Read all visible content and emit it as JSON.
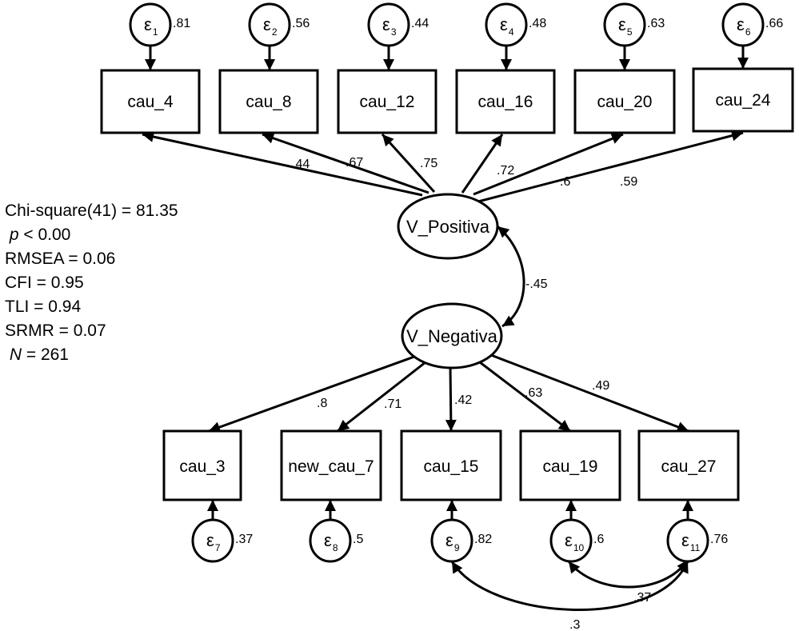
{
  "fit_statistics": {
    "chi_square": {
      "label": "Chi-square(41) = ",
      "value": "81.35"
    },
    "p": {
      "symbol": "p",
      "text": " < 0.00"
    },
    "rmsea": {
      "label": "RMSEA = ",
      "value": "0.06"
    },
    "cfi": {
      "label": "CFI = ",
      "value": "0.95"
    },
    "tli": {
      "label": "TLI = ",
      "value": "0.94"
    },
    "srmr": {
      "label": "SRMR = ",
      "value": "0.07"
    },
    "n": {
      "symbol": "N",
      "text": " = 261"
    }
  },
  "latents": [
    {
      "id": "pos",
      "label": "V_Positiva"
    },
    {
      "id": "neg",
      "label": "V_Negativa"
    }
  ],
  "latent_covariance": {
    "from": "pos",
    "to": "neg",
    "value": "-.45"
  },
  "indicators_top": [
    {
      "label": "cau_4",
      "loading": ".44",
      "error": "1",
      "error_variance": ".81"
    },
    {
      "label": "cau_8",
      "loading": ".67",
      "error": "2",
      "error_variance": ".56"
    },
    {
      "label": "cau_12",
      "loading": ".75",
      "error": "3",
      "error_variance": ".44"
    },
    {
      "label": "cau_16",
      "loading": ".72",
      "error": "4",
      "error_variance": ".48"
    },
    {
      "label": "cau_20",
      "loading": ".6",
      "error": "5",
      "error_variance": ".63"
    },
    {
      "label": "cau_24",
      "loading": ".59",
      "error": "6",
      "error_variance": ".66"
    }
  ],
  "indicators_bottom": [
    {
      "label": "cau_3",
      "loading": ".8",
      "error": "7",
      "error_variance": ".37"
    },
    {
      "label": "new_cau_7",
      "loading": ".71",
      "error": "8",
      "error_variance": ".5"
    },
    {
      "label": "cau_15",
      "loading": ".42",
      "error": "9",
      "error_variance": ".82"
    },
    {
      "label": "cau_19",
      "loading": ".63",
      "error": "10",
      "error_variance": ".6"
    },
    {
      "label": "cau_27",
      "loading": ".49",
      "error": "11",
      "error_variance": ".76"
    }
  ],
  "error_covariances": [
    {
      "from": "10",
      "to": "11",
      "value": ".37"
    },
    {
      "from": "9",
      "to": "11",
      "value": ".3"
    }
  ],
  "error_symbol": "ε"
}
